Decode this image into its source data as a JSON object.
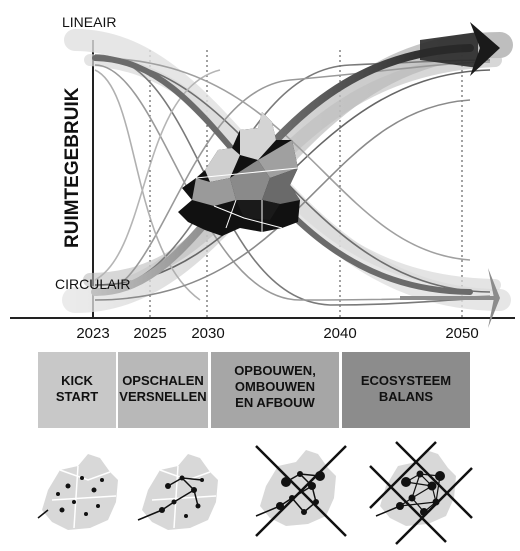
{
  "labels": {
    "top_left": "LINEAIR",
    "bottom_left": "CIRCULAIR",
    "vertical_axis": "RUIMTEGEBRUIK"
  },
  "years": [
    "2023",
    "2025",
    "2030",
    "2040",
    "2050"
  ],
  "phases": [
    {
      "line1": "KICK",
      "line2": "START",
      "line3": "",
      "color": "#c8c8c8"
    },
    {
      "line1": "OPSCHALEN",
      "line2": "VERSNELLEN",
      "line3": "",
      "color": "#b8b8b8"
    },
    {
      "line1": "OPBOUWEN,",
      "line2": "OMBOUWEN",
      "line3": "EN AFBOUW",
      "color": "#a6a6a6"
    },
    {
      "line1": "ECOSYSTEEM",
      "line2": "BALANS",
      "line3": "",
      "color": "#8a8a8a"
    }
  ],
  "colors": {
    "dark_arrow": "#333333",
    "light_arrow": "#8c8c8c",
    "band": "#cfcfcf",
    "map_dark": "#111111",
    "map_light": "#d6d6d6"
  }
}
